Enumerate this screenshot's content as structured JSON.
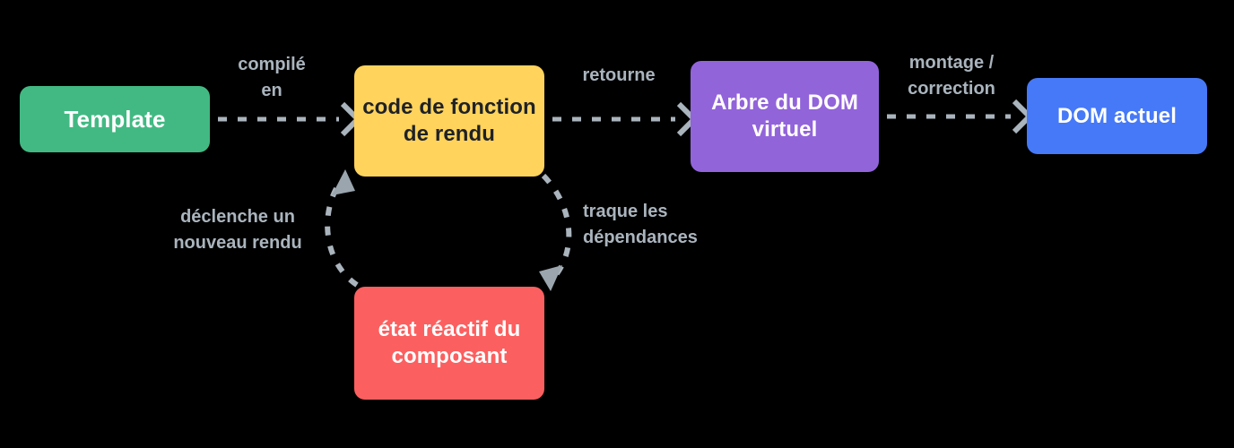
{
  "diagram": {
    "title": "Vue reactivity render pipeline",
    "background": "#000000",
    "edge_color": "#aab4bd",
    "nodes": [
      {
        "id": "template",
        "label": "Template",
        "color": "#42b983",
        "text_color": "#ffffff"
      },
      {
        "id": "render_fn",
        "label": "code de\nfonction de\nrendu",
        "color": "#ffd35c",
        "text_color": "#1f2126"
      },
      {
        "id": "vdom",
        "label": "Arbre du DOM\nvirtuel",
        "color": "#9264da",
        "text_color": "#ffffff"
      },
      {
        "id": "dom",
        "label": "DOM actuel",
        "color": "#4679f7",
        "text_color": "#ffffff"
      },
      {
        "id": "state",
        "label": "état réactif\ndu\ncomposant",
        "color": "#fc5f5f",
        "text_color": "#ffffff"
      }
    ],
    "edges": [
      {
        "id": "compile",
        "from": "template",
        "to": "render_fn",
        "label": "compilé\nen",
        "style": "dashed-straight"
      },
      {
        "id": "returns",
        "from": "render_fn",
        "to": "vdom",
        "label": "retourne",
        "style": "dashed-straight"
      },
      {
        "id": "mount",
        "from": "vdom",
        "to": "dom",
        "label": "montage /\ncorrection",
        "style": "dashed-straight"
      },
      {
        "id": "track",
        "from": "render_fn",
        "to": "state",
        "label": "traque les\ndépendances",
        "style": "dashed-curved"
      },
      {
        "id": "retrigger",
        "from": "state",
        "to": "render_fn",
        "label": "déclenche un\nnouveau rendu",
        "style": "dashed-curved"
      }
    ]
  }
}
